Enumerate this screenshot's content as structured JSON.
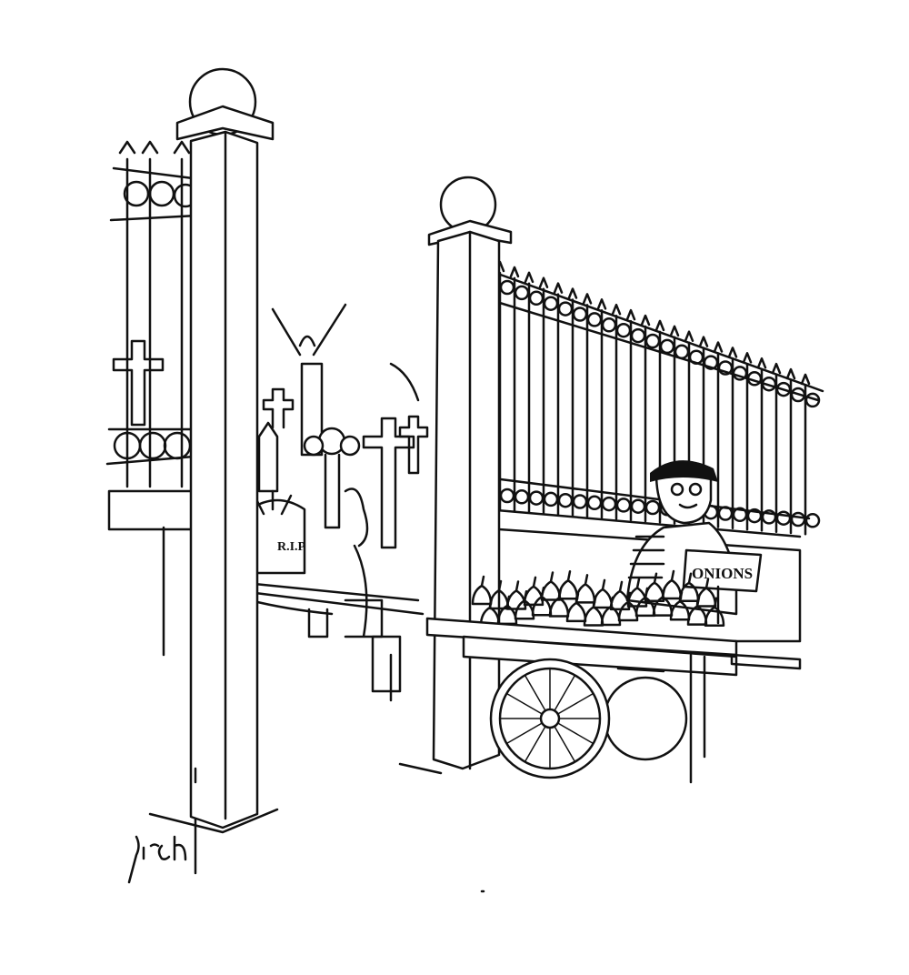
{
  "illustration": {
    "sign_text": "ONIONS",
    "tombstone_text": "R.I.P",
    "signature": "yrch",
    "colors": {
      "ink": "#111111",
      "paper": "#ffffff"
    }
  }
}
